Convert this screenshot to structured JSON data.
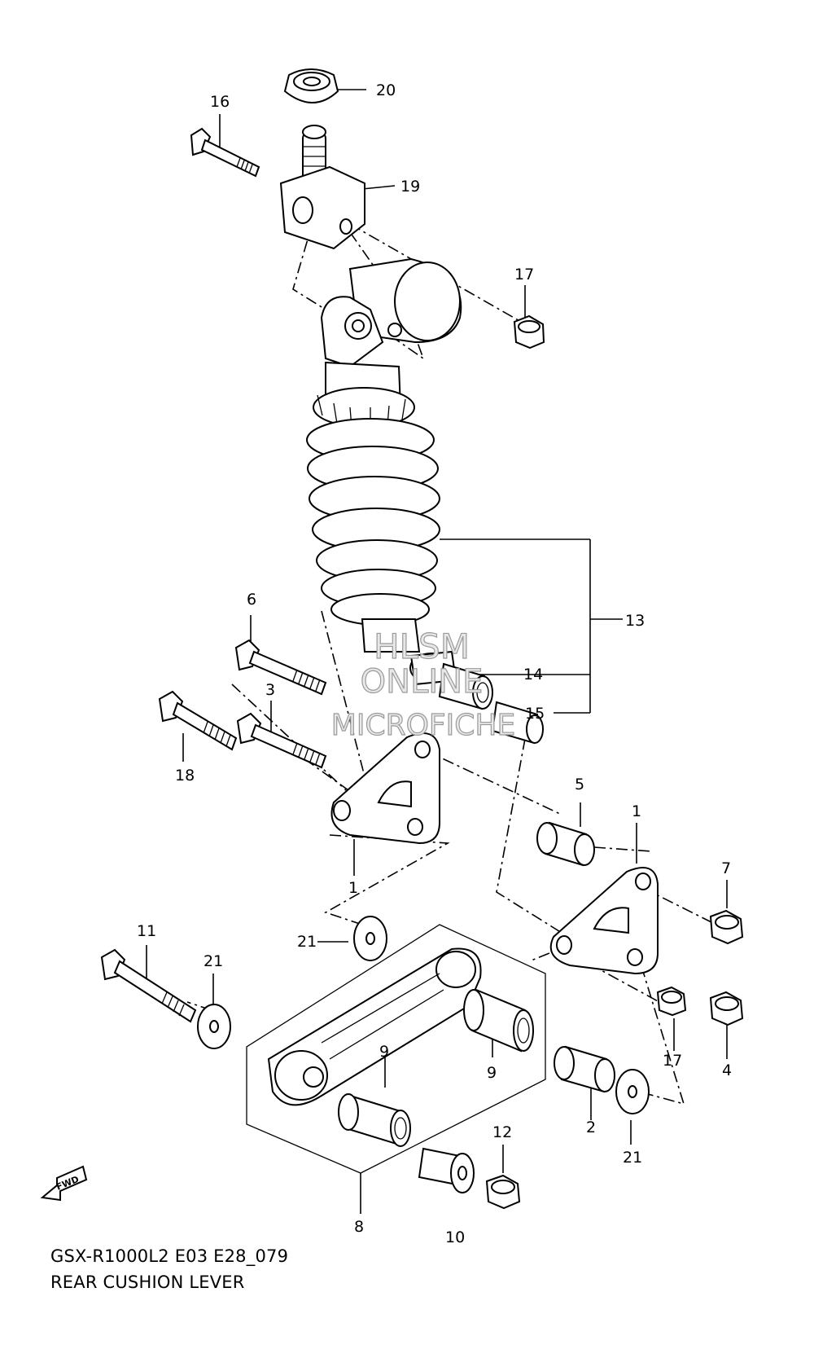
{
  "caption": {
    "diagram_code": "GSX-R1000L2 E03 E28_079",
    "title": "REAR CUSHION LEVER"
  },
  "watermark": {
    "line1": "HLSM",
    "line2": "ONLINE",
    "line3": "MICROFICHE"
  },
  "fwd_label": "FWD",
  "callouts": {
    "c1a": "1",
    "c1b": "1",
    "c2": "2",
    "c3": "3",
    "c4": "4",
    "c5": "5",
    "c6": "6",
    "c7": "7",
    "c8": "8",
    "c9a": "9",
    "c9b": "9",
    "c10": "10",
    "c11": "11",
    "c12": "12",
    "c13": "13",
    "c14": "14",
    "c15": "15",
    "c16": "16",
    "c17a": "17",
    "c17b": "17",
    "c18": "18",
    "c19": "19",
    "c20": "20",
    "c21a": "21",
    "c21b": "21",
    "c21c": "21"
  }
}
